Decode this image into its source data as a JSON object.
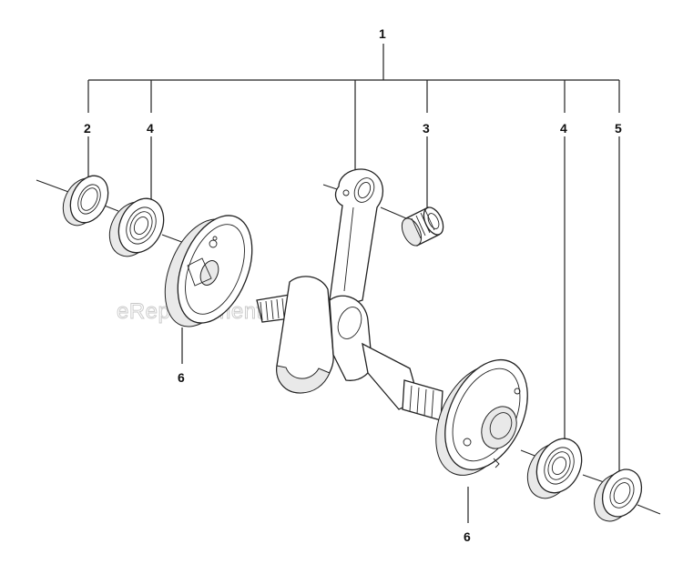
{
  "callouts": {
    "assembly": "1",
    "seal_left": "2",
    "bearing_left": "4",
    "needle_bearing": "3",
    "bearing_right": "4",
    "seal_right": "5",
    "crank_half_left": "6",
    "crank_half_right": "6"
  },
  "watermark": "eReplacementParts.com"
}
